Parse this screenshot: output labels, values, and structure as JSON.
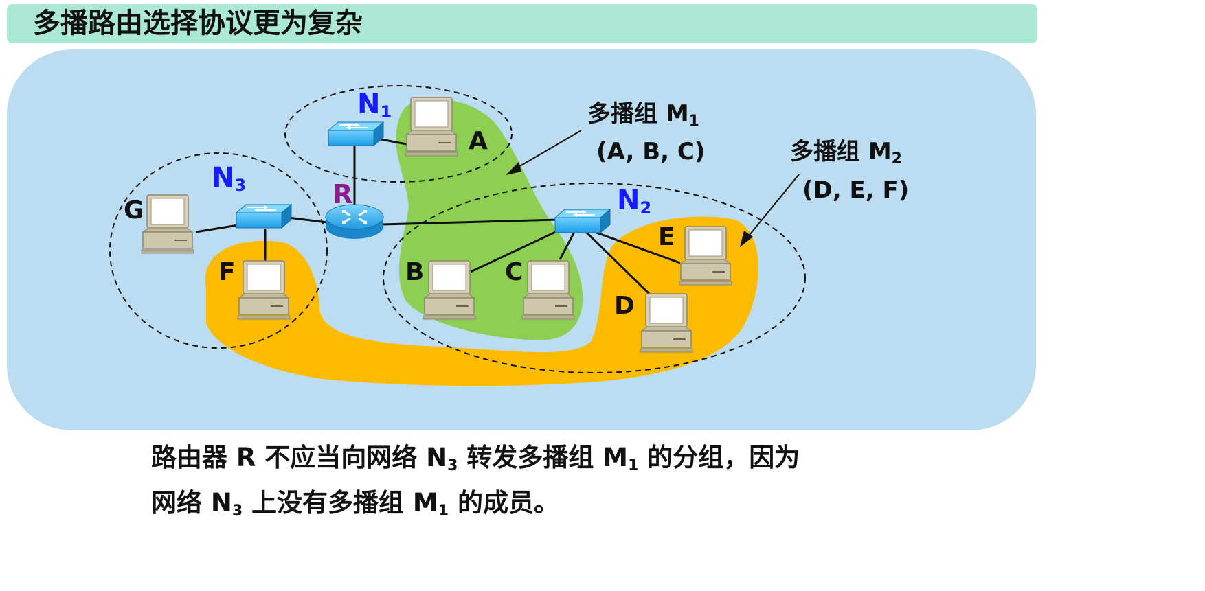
{
  "title": "多播路由选择协议更为复杂",
  "networks": {
    "n1": {
      "main": "N",
      "sub": "1"
    },
    "n2": {
      "main": "N",
      "sub": "2"
    },
    "n3": {
      "main": "N",
      "sub": "3"
    }
  },
  "router_label": "R",
  "hosts": {
    "a": "A",
    "b": "B",
    "c": "C",
    "d": "D",
    "e": "E",
    "f": "F",
    "g": "G"
  },
  "groups": {
    "m1": {
      "prefix": "多播组 M",
      "sub": "1",
      "members": "(A, B, C)"
    },
    "m2": {
      "prefix": "多播组 M",
      "sub": "2",
      "members": "(D, E, F)"
    }
  },
  "caption": {
    "line1": {
      "p1": "路由器 R 不应当向网络 N",
      "s1": "3",
      "p2": " 转发多播组 M",
      "s2": "1",
      "p3": " 的分组，因为"
    },
    "line2": {
      "p1": "网络 N",
      "s1": "3",
      "p2": " 上没有多播组 M",
      "s2": "1",
      "p3": " 的成员。"
    }
  },
  "colors": {
    "background_panel": "#bcdcf1",
    "title_bar": "#abe8d6",
    "group_m1": "#8dcf52",
    "group_m2": "#fdbb00",
    "network_label": "#1a1aff",
    "router_label": "#8b1a8b"
  }
}
